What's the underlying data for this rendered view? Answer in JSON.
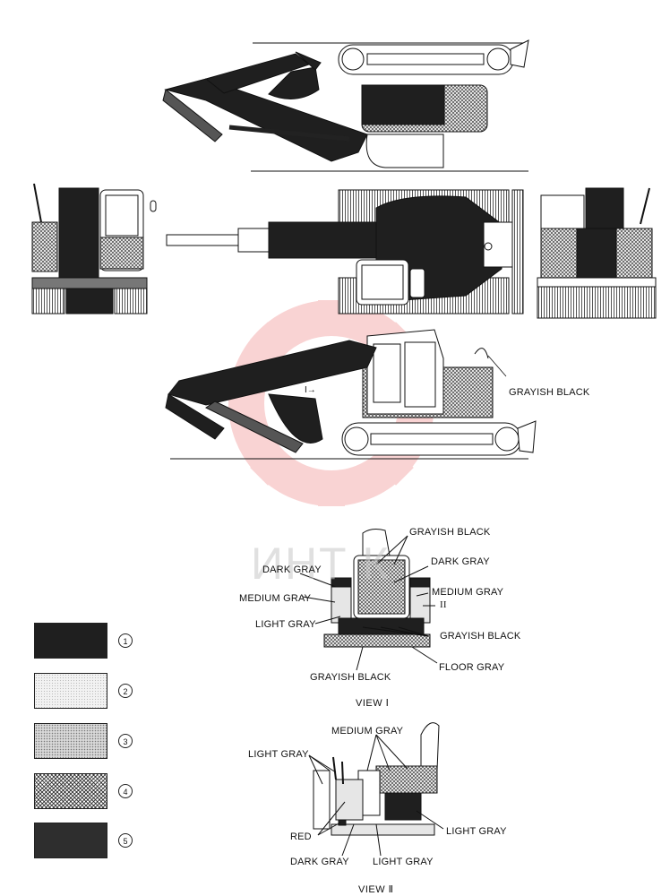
{
  "watermark": "ИНТ К",
  "colors": {
    "grayish_black": "#1f1f1f",
    "dark_gray": "#2e2e2e",
    "medium_gray": "#a8a8a8",
    "light_gray": "#e6e6e6",
    "hatch": "#6a6a6a",
    "watermark_red": "#f2b0b0"
  },
  "labels": {
    "side_right": "GRAYISH BLACK",
    "view1_a": "GRAYISH BLACK",
    "view1_b": "DARK GRAY",
    "view1_c": "DARK GRAY",
    "view1_d": "MEDIUM GRAY",
    "view1_e": "MEDIUM GRAY",
    "view1_f": "LIGHT GRAY",
    "view1_g": "GRAYISH BLACK",
    "view1_h": "FLOOR GRAY",
    "view1_i": "GRAYISH BLACK",
    "view1_arrow": "II",
    "view1_marker": "I",
    "view2_a": "MEDIUM GRAY",
    "view2_b": "LIGHT GRAY",
    "view2_c": "LIGHT GRAY",
    "view2_d": "RED",
    "view2_e": "DARK GRAY",
    "view2_f": "LIGHT GRAY"
  },
  "views": {
    "view1": "VIEW Ⅰ",
    "view2": "VIEW Ⅱ"
  },
  "legend": [
    {
      "num": "1",
      "fill": "#1f1f1f"
    },
    {
      "num": "2",
      "fill": "#e6e6e6"
    },
    {
      "num": "3",
      "fill": "#b0b0b0"
    },
    {
      "num": "4",
      "fill": "hatch"
    },
    {
      "num": "5",
      "fill": "#2e2e2e"
    }
  ]
}
